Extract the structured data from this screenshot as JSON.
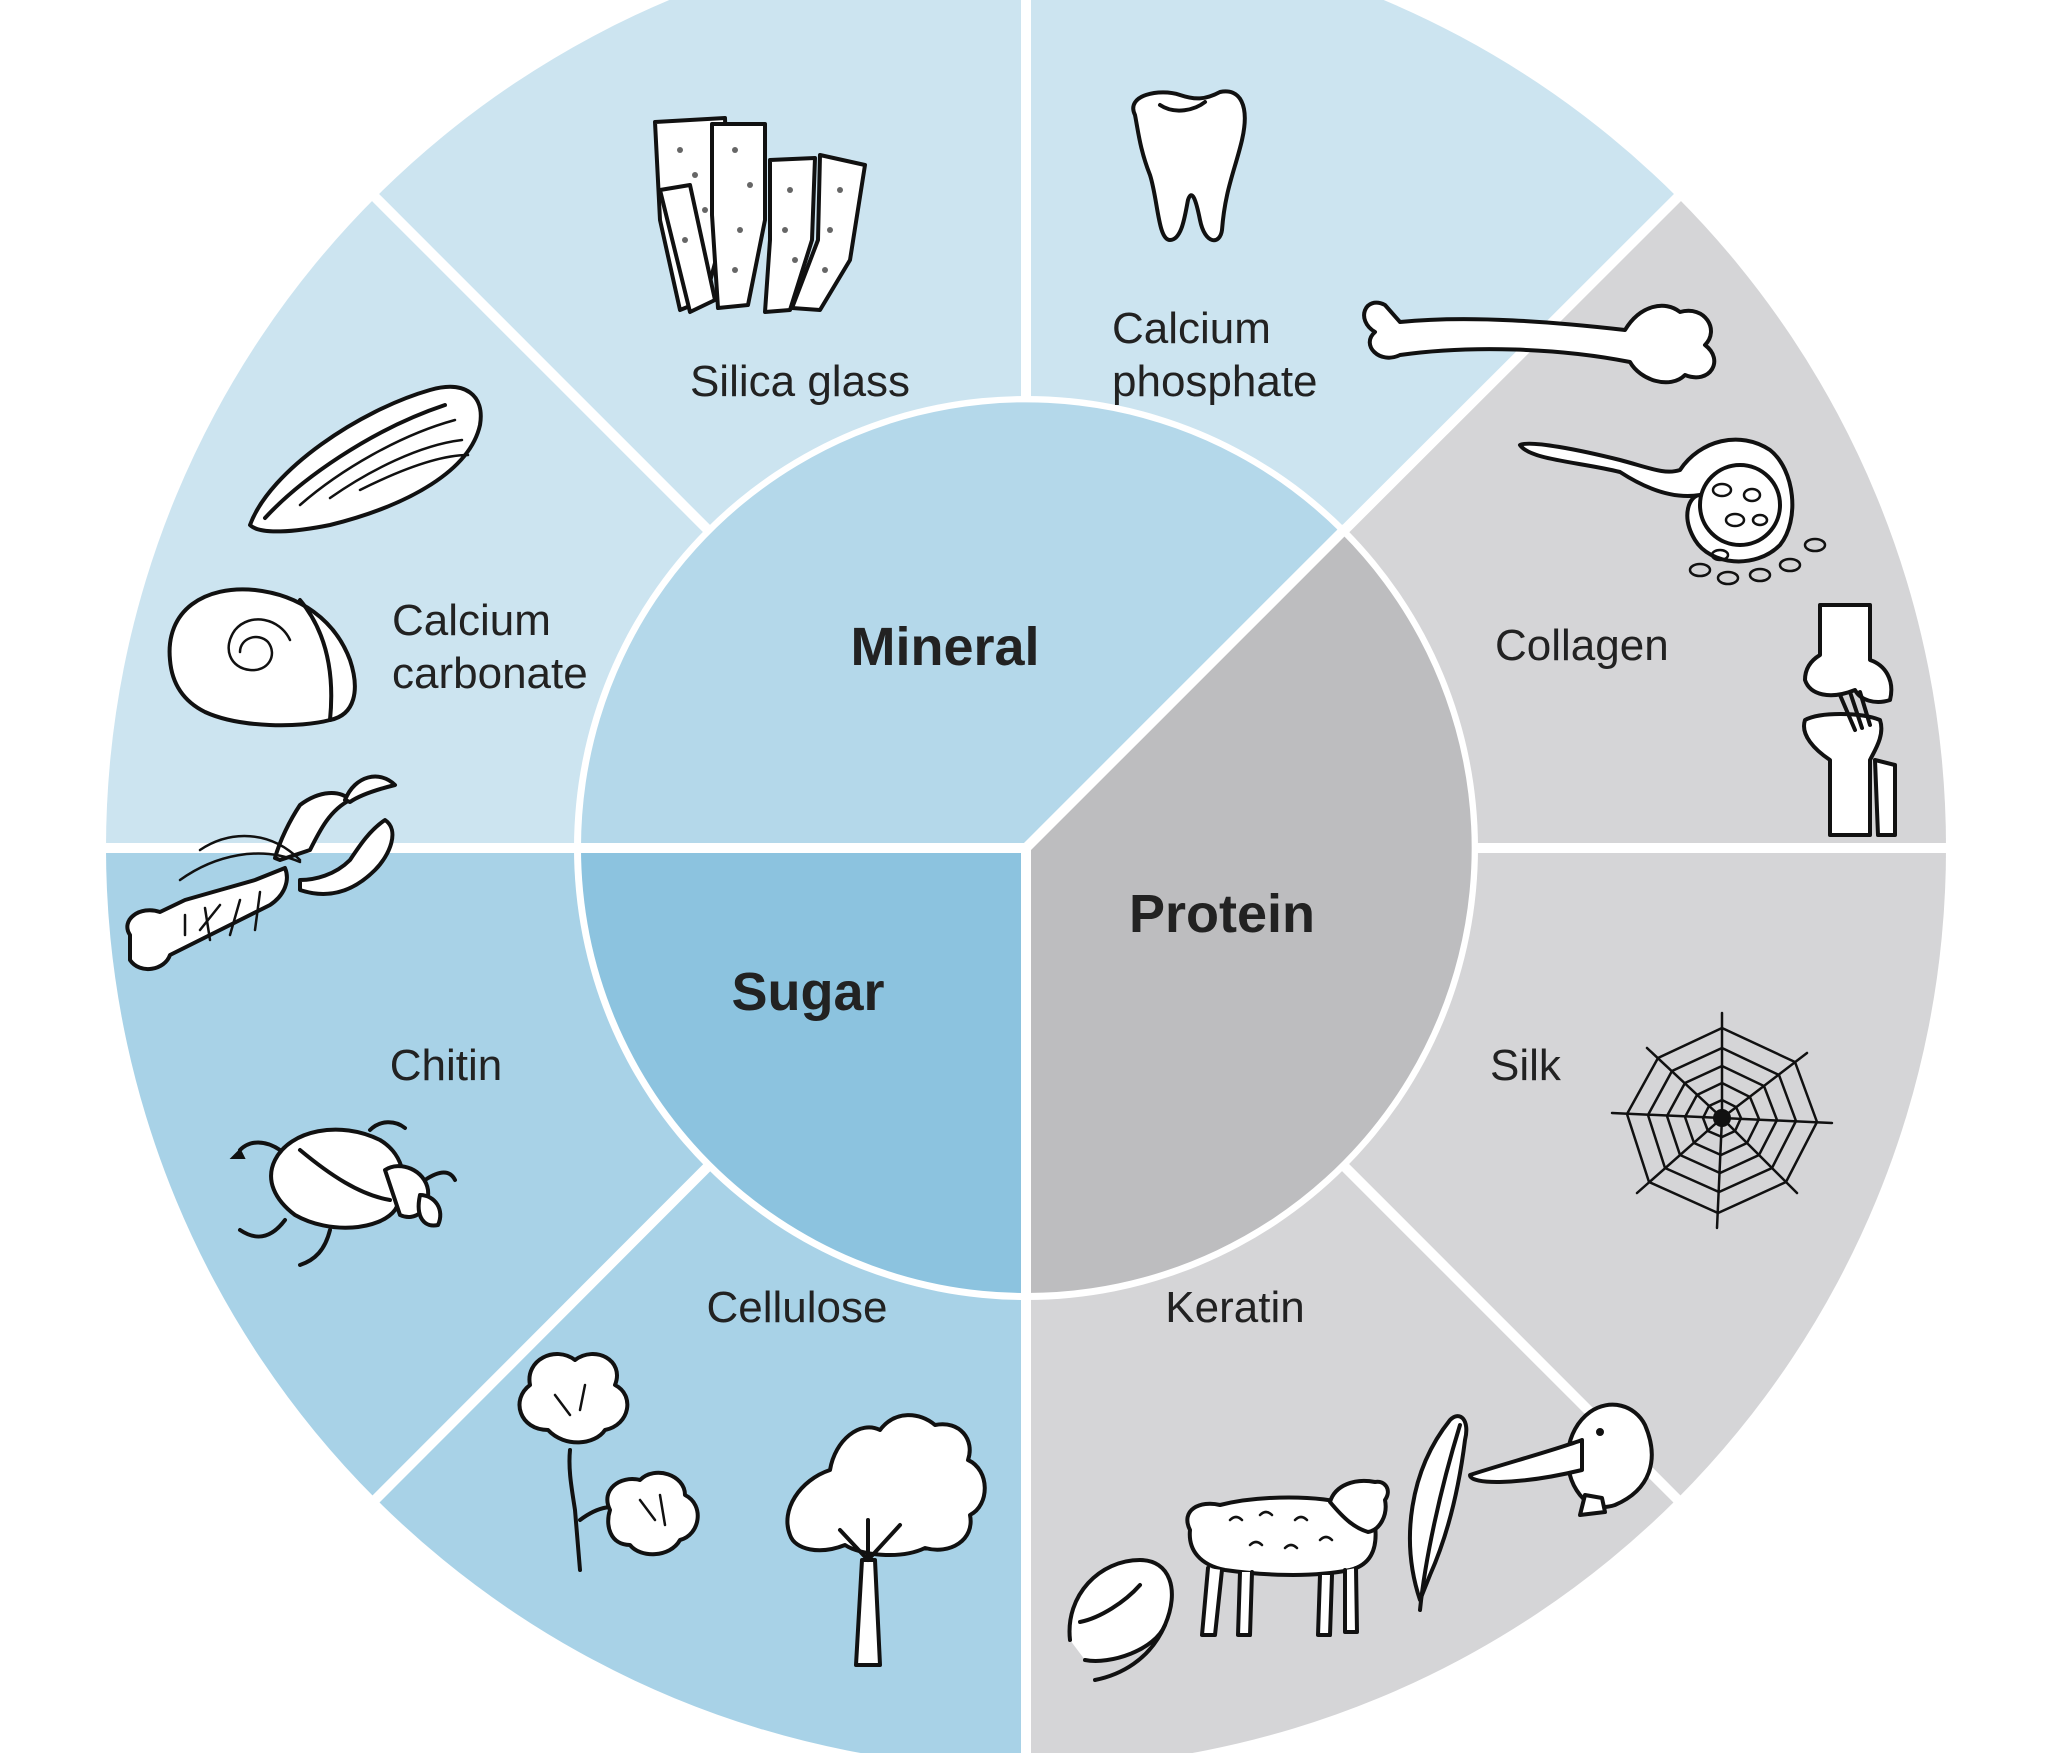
{
  "categories": {
    "mineral": {
      "label": "Mineral",
      "color": "#b4d8ea"
    },
    "protein": {
      "label": "Protein",
      "color": "#bdbdbf"
    },
    "sugar": {
      "label": "Sugar",
      "color": "#8cc3df"
    }
  },
  "materials": {
    "silica_glass": {
      "label": "Silica glass",
      "category": "Mineral",
      "icon": "sponge-icon"
    },
    "calcium_phosphate": {
      "line1": "Calcium",
      "line2": "phosphate",
      "category": "Mineral",
      "icon": "tooth-icon"
    },
    "calcium_carbonate": {
      "line1": "Calcium",
      "line2": "carbonate",
      "category": "Mineral",
      "icon": "snail-shell-icon"
    },
    "collagen": {
      "label": "Collagen",
      "category": "Protein",
      "icon": "tendon-icon"
    },
    "silk": {
      "label": "Silk",
      "category": "Protein",
      "icon": "spider-web-icon"
    },
    "keratin": {
      "label": "Keratin",
      "category": "Protein",
      "icon": "sheep-icon"
    },
    "cellulose": {
      "label": "Cellulose",
      "category": "Sugar",
      "icon": "tree-icon"
    },
    "chitin": {
      "label": "Chitin",
      "category": "Sugar",
      "icon": "beetle-icon"
    }
  },
  "colors": {
    "mineral_outer": "#cce4f0",
    "protein_outer": "#d5d5d7",
    "sugar_outer": "#a8d2e7",
    "divider": "#ffffff"
  }
}
